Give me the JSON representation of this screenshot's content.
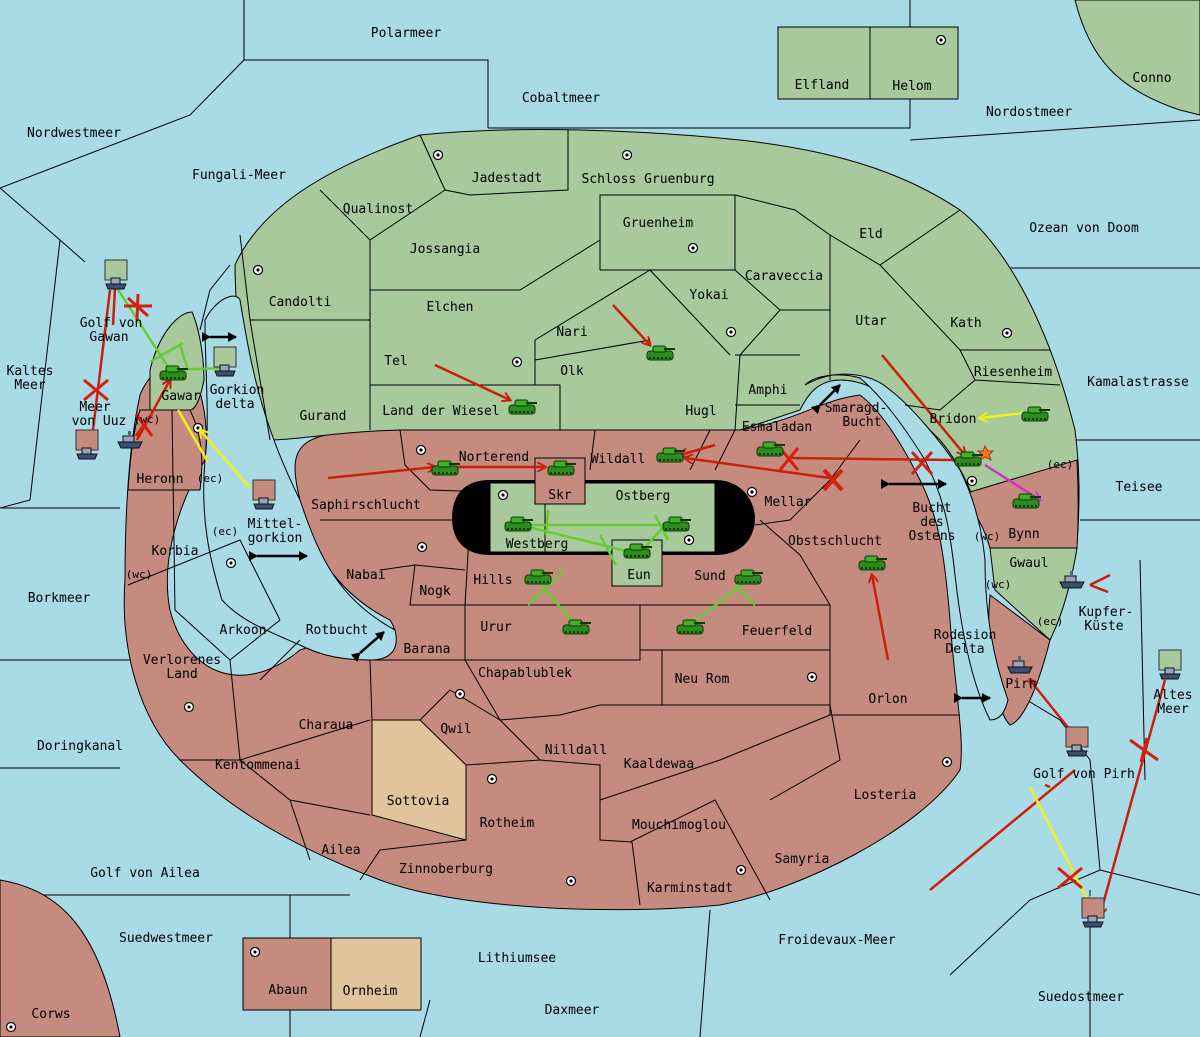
{
  "colors": {
    "sea": "#a9dbe7",
    "neutral_green": "#a7c99c",
    "power_red": "#c68b7f",
    "neutral_tan": "#e2c49c",
    "order_move": "#c8200c",
    "order_support": "#66cc33",
    "order_convoy": "#f0f020",
    "order_retreat": "#cc33cc",
    "order_failed": "#d42010"
  },
  "icons": {
    "army": "tank-icon",
    "fleet": "ship-icon",
    "supply_center": "supply-center-dot-icon",
    "canal": "double-arrow-icon",
    "destroyed": "red-x-icon",
    "explosion": "explosion-icon"
  },
  "territories": {
    "polarmeer": "Polarmeer",
    "cobaltmeer": "Cobaltmeer",
    "elfland": "Elfland",
    "helom": "Helom",
    "conno": "Conno",
    "nordostmeer": "Nordostmeer",
    "nordwestmeer": "Nordwestmeer",
    "fungali_meer": "Fungali-Meer",
    "jadestadt": "Jadestadt",
    "schloss_gruenburg": "Schloss Gruenburg",
    "qualinost": "Qualinost",
    "gruenheim": "Gruenheim",
    "eld": "Eld",
    "ozean_von_doom": "Ozean von Doom",
    "jossangia": "Jossangia",
    "caraveccia": "Caraveccia",
    "candolti": "Candolti",
    "elchen": "Elchen",
    "yokai": "Yokai",
    "utar": "Utar",
    "kath": "Kath",
    "golf_von": "Golf von",
    "gawan": "Gawan",
    "nari": "Nari",
    "tel": "Tel",
    "olk": "Olk",
    "amphi": "Amphi",
    "riesenheim": "Riesenheim",
    "kamalastrasse": "Kamalastrasse",
    "kaltes": "Kaltes",
    "meer": "Meer",
    "gorkion": "Gorkion",
    "delta": "delta",
    "meer_von": "Meer",
    "von_uuz": "von Uuz",
    "gawar": "Gawar",
    "gurand": "Gurand",
    "land_der_wiesel": "Land der Wiesel",
    "hugl": "Hugl",
    "smaragd": "Smaragd-",
    "bucht": "Bucht",
    "esmaladan": "Esmaladan",
    "bridon": "Bridon",
    "norterend": "Norterend",
    "wildall": "Wildall",
    "heronn": "Heronn",
    "ec1": "(ec)",
    "ec2": "(ec)",
    "teisee": "Teisee",
    "skr": "Skr",
    "ostberg": "Ostberg",
    "mellar": "Mellar",
    "saphirschlucht": "Saphirschlucht",
    "mittel": "Mittel-",
    "gorkion2": "gorkion",
    "bucht_des": "Bucht",
    "des": "des",
    "ostens": "Ostens",
    "westberg": "Westberg",
    "bynn": "Bynn",
    "wc1": "(wc)",
    "korbia": "Korbia",
    "ec3": "(ec)",
    "obstschlucht": "Obstschlucht",
    "gwaul": "Gwaul",
    "wc2": "(wc)",
    "nabai": "Nabai",
    "hills": "Hills",
    "eun": "Eun",
    "sund": "Sund",
    "wc3": "(wc)",
    "kupfer": "Kupfer-",
    "kueste": "Küste",
    "ec4": "(ec)",
    "borkmeer": "Borkmeer",
    "nogk": "Nogk",
    "arkoon": "Arkoon",
    "rotbucht": "Rotbucht",
    "urur": "Urur",
    "feuerfeld": "Feuerfeld",
    "rodesion": "Rodesion",
    "delta2": "Delta",
    "barana": "Barana",
    "verlorenes": "Verlorenes",
    "land": "Land",
    "chapablublek": "Chapablublek",
    "neu_rom": "Neu Rom",
    "pirh": "Pirh",
    "altes": "Altes",
    "meer2": "Meer",
    "orlon": "Orlon",
    "qwil": "Qwil",
    "charaua": "Charaua",
    "doringkanal": "Doringkanal",
    "nilldall": "Nilldall",
    "kaaldewaa": "Kaaldewaa",
    "kentommenai": "Kentommenai",
    "golf_von_pirh": "Golf von Pirh",
    "losteria": "Losteria",
    "sottovia": "Sottovia",
    "rotheim": "Rotheim",
    "mouchimoglou": "Mouchimoglou",
    "ailea": "Ailea",
    "samyria": "Samyria",
    "zinnoberburg": "Zinnoberburg",
    "golf_von_ailea": "Golf von Ailea",
    "karminstadt": "Karminstadt",
    "suedwestmeer": "Suedwestmeer",
    "froidevaux_meer": "Froidevaux-Meer",
    "lithiumsee": "Lithiumsee",
    "abaun": "Abaun",
    "ornheim": "Ornheim",
    "suedostmeer": "Suedostmeer",
    "daxmeer": "Daxmeer",
    "corws": "Corws"
  }
}
